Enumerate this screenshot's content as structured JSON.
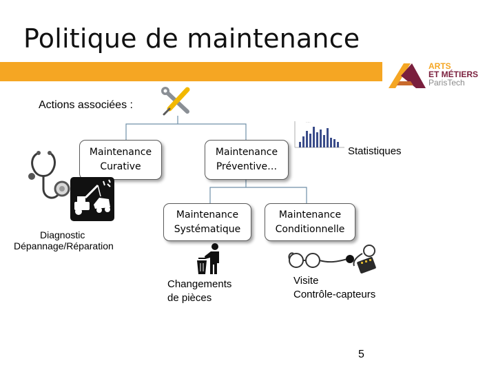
{
  "slide": {
    "title": "Politique de maintenance",
    "page_number": "5"
  },
  "logo": {
    "line1": "ARTS",
    "line2": "ET MÉTIERS",
    "line3": "ParisTech",
    "colors": {
      "primary": "#7a1f3d",
      "accent": "#f5a623",
      "grey": "#8a8a8a"
    }
  },
  "diagram": {
    "actions_label": "Actions associées :",
    "nodes": {
      "curative": {
        "line1": "Maintenance",
        "line2": "Curative"
      },
      "preventive": {
        "line1": "Maintenance",
        "line2": "Préventive…"
      },
      "systematique": {
        "line1": "Maintenance",
        "line2": "Systématique"
      },
      "conditionnelle": {
        "line1": "Maintenance",
        "line2": "Conditionnelle"
      }
    },
    "labels": {
      "statistiques": "Statistiques",
      "diagnostic": "Diagnostic",
      "depannage": "Dépannage/Réparation",
      "changements_1": "Changements",
      "changements_2": "de pièces",
      "visite": "Visite",
      "controle": "Contrôle-capteurs"
    },
    "icons": [
      "wrench-screwdriver-icon",
      "stethoscope-icon",
      "tow-truck-icon",
      "statistics-chart-icon",
      "trash-person-icon",
      "sensor-devices-icon"
    ]
  },
  "colors": {
    "orange_bar": "#f5a623",
    "connector": "#6f8fa8",
    "node_border": "#5a5a5a"
  }
}
